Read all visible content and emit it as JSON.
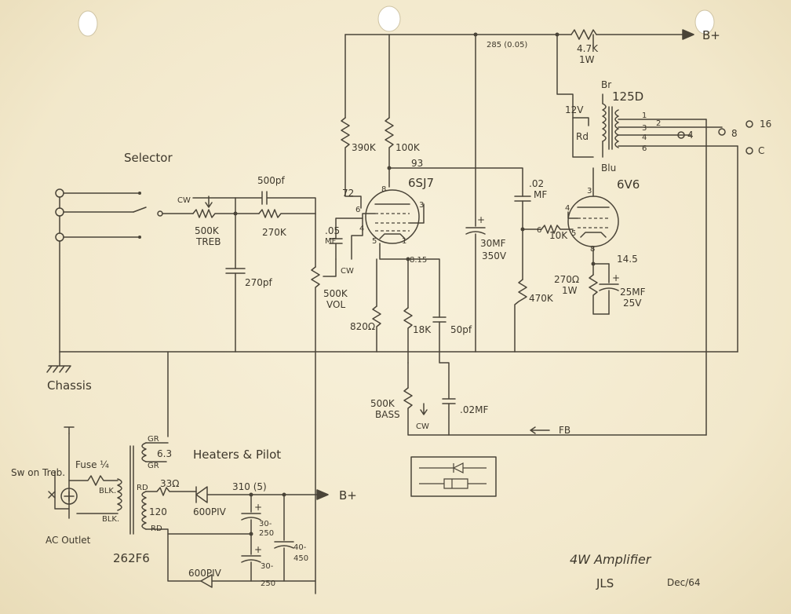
{
  "labels": {
    "selector": "Selector",
    "chassis": "Chassis",
    "heaters": "Heaters & Pilot",
    "title": "4W Amplifier",
    "author": "JLS",
    "date": "Dec/64",
    "ac_outlet": "AC Outlet",
    "sw_on_treb": "Sw on Treb.",
    "fuse": "Fuse ¼",
    "power_transformer": "262F6",
    "output_transformer": "125D",
    "fb": "FB",
    "bplus_top": "B+",
    "bplus_bottom": "B+",
    "v285": "285 (0.05)",
    "v310": "310 (5)",
    "v93": "93",
    "v72": "72",
    "v14_5": "14.5",
    "v6_3": "6.3",
    "v120": "120",
    "v12": "12V",
    "v815": "8.15"
  },
  "tubes": {
    "preamp": "6SJ7",
    "output": "6V6"
  },
  "pins": {
    "p8a": "8",
    "p6a": "6",
    "p3a": "3",
    "p4a": "4",
    "p5a": "5",
    "p1a": "1",
    "p3b": "3",
    "p4b": "4",
    "p6b": "6",
    "p5b": "5",
    "p8b": "8",
    "t1": "1",
    "t2": "2",
    "t3": "3",
    "t4": "4",
    "t6": "6",
    "o16": "16",
    "o8": "8",
    "o4": "4",
    "oc": "C"
  },
  "wire_colors": {
    "br": "Br",
    "rd": "Rd",
    "blu": "Blu",
    "gr1": "GR",
    "gr2": "GR",
    "blk1": "BLK.",
    "blk2": "BLK.",
    "rd1": "RD",
    "rd2": "RD"
  },
  "components": {
    "r_47k": "4.7K",
    "r_47k_w": "1W",
    "r_390k": "390K",
    "r_100k": "100K",
    "r_500k_treb": "500K",
    "treb": "TREB",
    "r_270k": "270K",
    "c_500pf": "500pf",
    "c_270pf": "270pf",
    "c_05": ".05",
    "c_05u": "MF",
    "r_500k_vol": "500K",
    "vol": "VOL",
    "r_820": "820Ω",
    "r_18k": "18K",
    "c_50pf": "50pf",
    "c_30mf": "30MF",
    "c_30mf_v": "350V",
    "c_02": ".02",
    "c_02u": "MF",
    "r_10k": "10K",
    "r_470k": "470K",
    "r_270": "270Ω",
    "r_270_w": "1W",
    "c_25mf": "25MF",
    "c_25mf_v": "25V",
    "r_500k_bass": "500K",
    "bass": "BASS",
    "c_02b": ".02MF",
    "r_33": "33Ω",
    "d1": "600PIV",
    "d2": "600PIV",
    "c_30_250a": "30-",
    "c_30_250a2": "250",
    "c_30_250b": "30-",
    "c_30_250b2": "250",
    "c_40_450": "40-",
    "c_40_450b": "450",
    "cw1": "CW",
    "cw2": "CW",
    "cw3": "CW"
  }
}
